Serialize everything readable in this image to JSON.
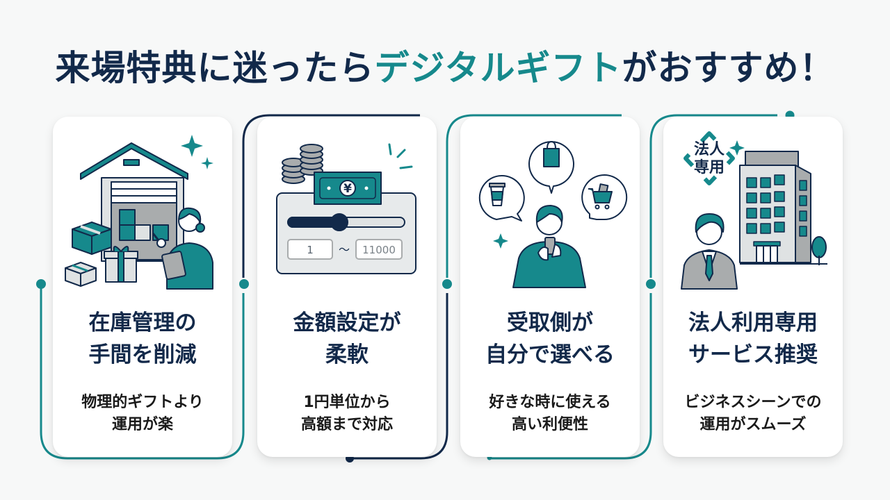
{
  "title": {
    "prefix": "来場特典に迷ったら",
    "accent": "デジタルギフト",
    "suffix": "がおすすめ！"
  },
  "colors": {
    "navy": "#12294a",
    "teal": "#16898c",
    "gray": "#a9acad",
    "light_gray": "#dfe2e3"
  },
  "cards": [
    {
      "illustration": "warehouse-with-gift-boxes-and-staff-icon",
      "heading_lines": [
        "在庫管理の",
        "手間を削減"
      ],
      "sub_lines": [
        "物理的ギフトより",
        "運用が楽"
      ]
    },
    {
      "illustration": "amount-slider-with-yen-bill-icon",
      "heading_lines": [
        "金額設定が",
        "柔軟"
      ],
      "sub_lines": [
        "1円単位から",
        "高額まで対応"
      ],
      "range_min": "1",
      "range_separator": "〜",
      "range_max": "11000",
      "slider_level": 0.5,
      "bill_symbol": "¥"
    },
    {
      "illustration": "person-with-phone-choosing-icon",
      "heading_lines": [
        "受取側が",
        "自分で選べる"
      ],
      "sub_lines": [
        "好きな時に使える",
        "高い利便性"
      ]
    },
    {
      "illustration": "businessman-and-office-building-icon",
      "heading_lines": [
        "法人利用専用",
        "サービス推奨"
      ],
      "sub_lines": [
        "ビジネスシーンでの",
        "運用がスムーズ"
      ],
      "badge_lines": [
        "法人",
        "専用"
      ]
    }
  ]
}
